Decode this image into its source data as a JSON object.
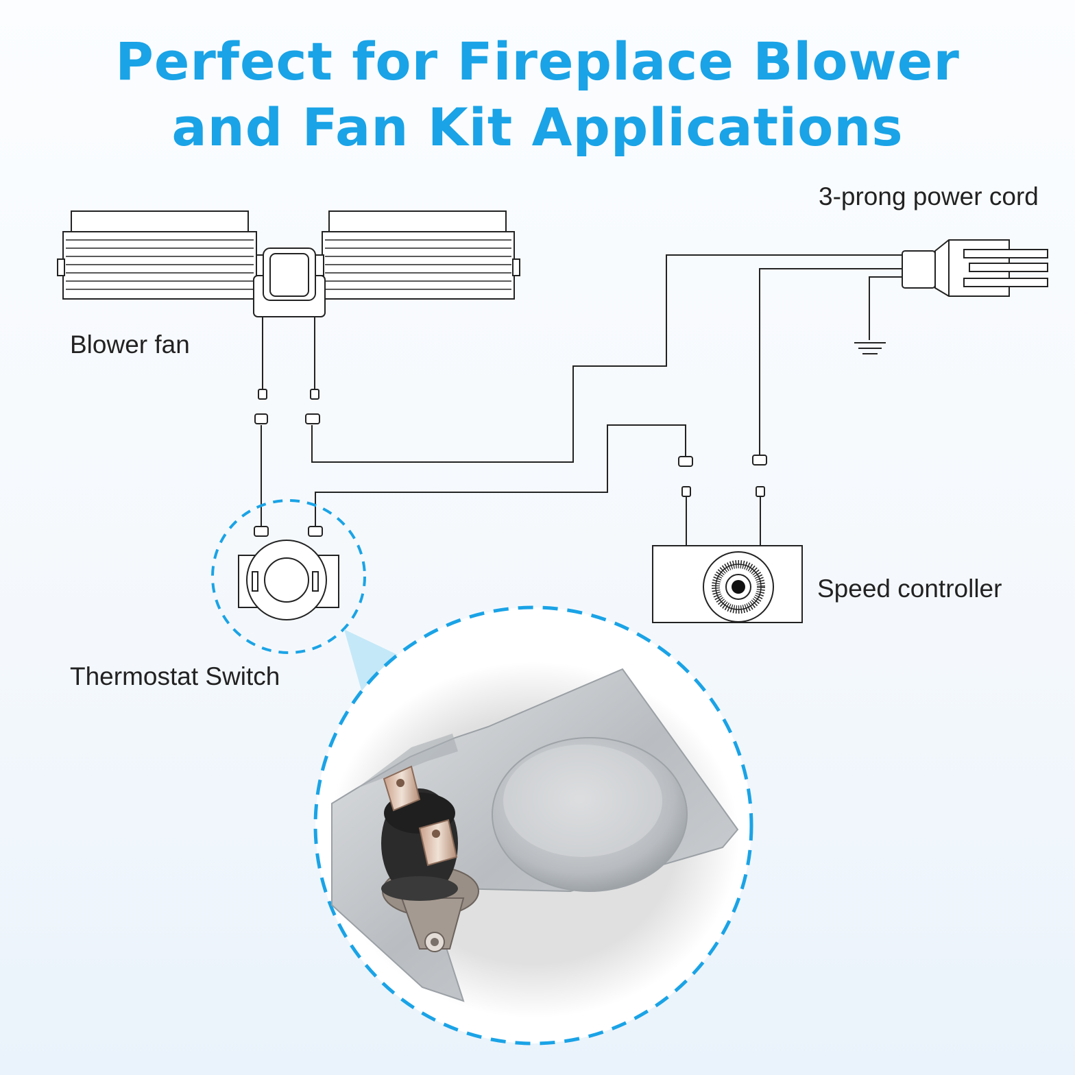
{
  "title": {
    "line1": "Perfect for Fireplace Blower",
    "line2": "and Fan Kit Applications"
  },
  "labels": {
    "power_cord": "3-prong power cord",
    "blower_fan": "Blower fan",
    "speed_controller": "Speed controller",
    "thermostat_switch": "Thermostat Switch"
  },
  "colors": {
    "title": "#1aa3e6",
    "accent_dashed_circle": "#1aa3e6",
    "wire": "#222222",
    "text": "#222222"
  },
  "icons": {
    "blower": "blower-fan-icon",
    "plug": "power-plug-icon",
    "ground": "ground-symbol-icon",
    "controller": "speed-controller-icon",
    "thermostat": "thermostat-switch-icon",
    "photo": "thermostat-photo"
  }
}
